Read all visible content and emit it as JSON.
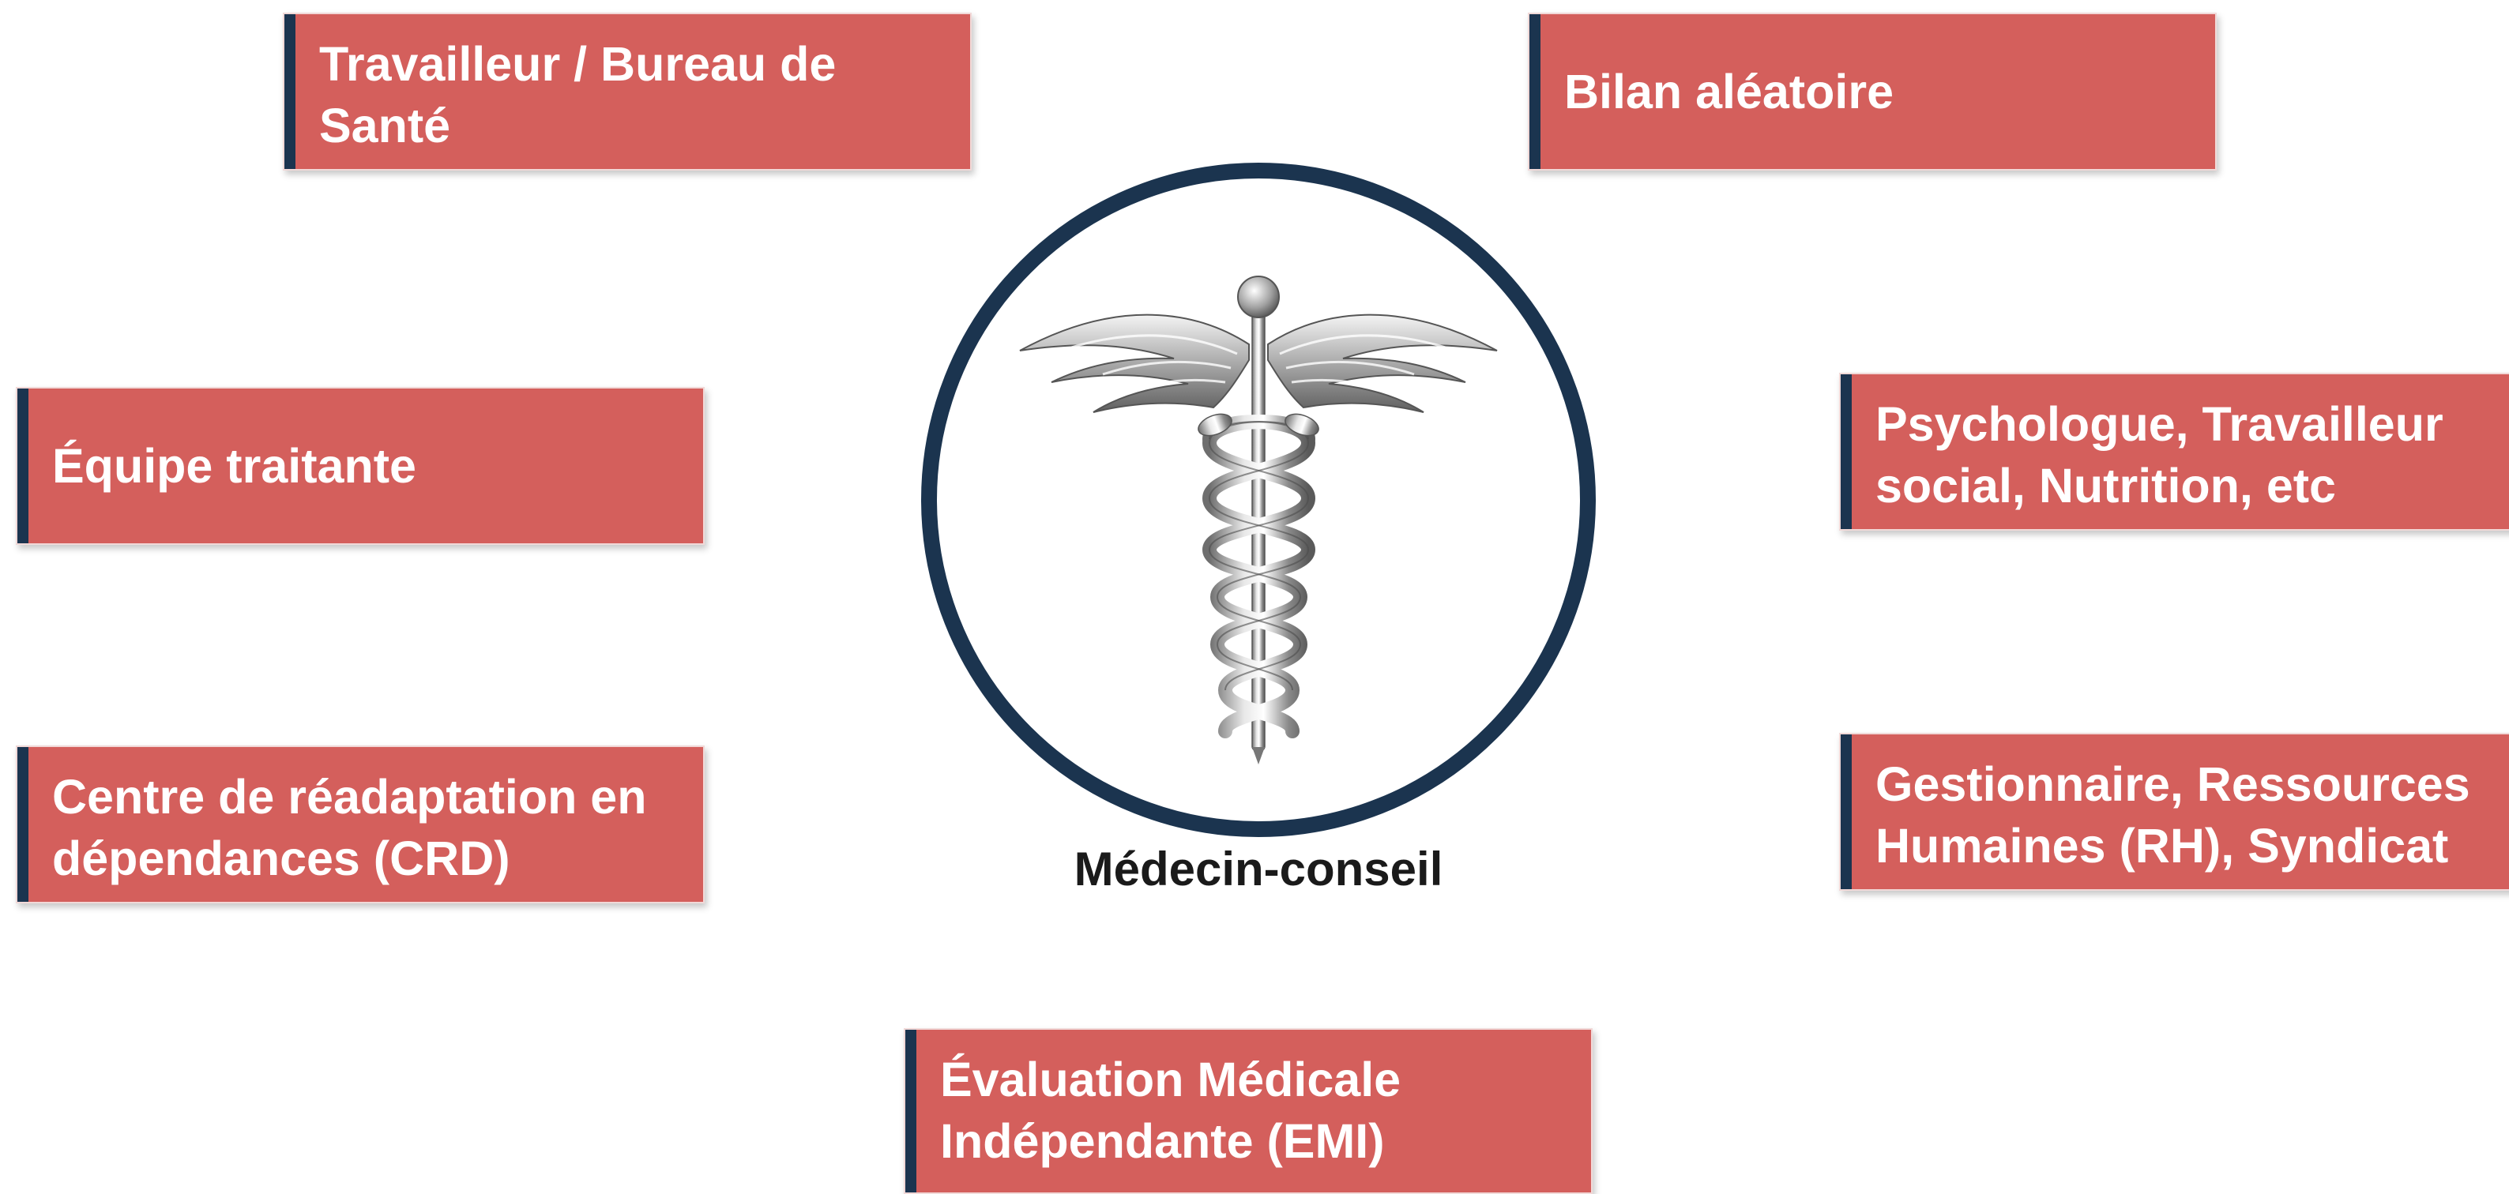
{
  "center": {
    "label": "Médecin-conseil",
    "icon": "caduceus-icon"
  },
  "boxes": {
    "travailleur": [
      "Travailleur / Bureau de",
      "Santé"
    ],
    "bilan": [
      "Bilan aléatoire"
    ],
    "equipe": [
      "Équipe traitante"
    ],
    "psy": [
      "Psychologue, Travailleur",
      "social, Nutrition, etc"
    ],
    "centre": [
      "Centre de réadaptation en",
      "dépendances (CRD)"
    ],
    "gest": [
      "Gestionnaire, Ressources",
      "Humaines (RH), Syndicat"
    ],
    "eval": [
      "Évaluation Médicale",
      "Indépendante (EMI)"
    ]
  },
  "colors": {
    "box_fill": "#d45f5c",
    "box_accent": "#1b344f",
    "circle_border": "#1b344f",
    "text_on_box": "#ffffff"
  }
}
